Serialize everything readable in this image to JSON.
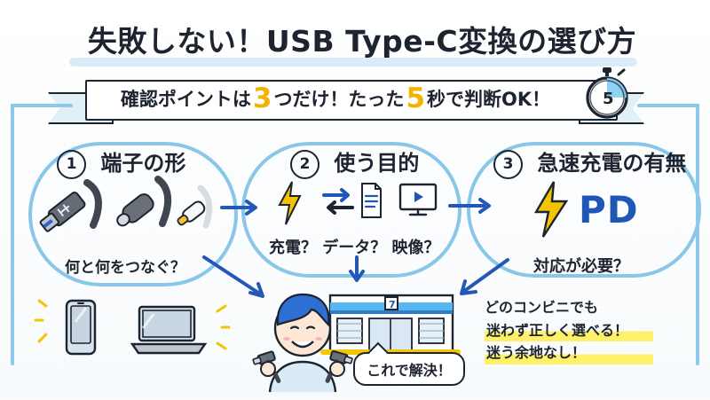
{
  "title": "失敗しない！USB Type-C変換の選び方",
  "banner": {
    "prefix": "確認ポイントは",
    "count_number": "3",
    "count_suffix": "つだけ！たった",
    "seconds_number": "5",
    "suffix": "秒で判断OK！"
  },
  "stopwatch": {
    "number": "5"
  },
  "sections": {
    "shape": {
      "number": "1",
      "title": "端子の形",
      "caption": "何と何をつなぐ？"
    },
    "purpose": {
      "number": "2",
      "title": "使う目的",
      "caption": "充電？ データ？ 映像？"
    },
    "fast_charge": {
      "number": "3",
      "title": "急速充電の有無",
      "badge": "PD",
      "caption": "対応が必要？"
    }
  },
  "store": {
    "sign_number": "7"
  },
  "conclusion": {
    "line1": "どのコンビニでも",
    "line2": "迷わず正しく選べる！",
    "line3": "迷う余地なし！",
    "speech": "これで解決！"
  },
  "colors": {
    "accent_blue": "#2457b6",
    "loop_blue": "#83c4e8",
    "highlight_yellow": "#fff06a",
    "number_yellow": "#f2b400"
  },
  "icons": [
    "stopwatch-icon",
    "usb-a-connector-icon",
    "usb-c-connector-icon",
    "lightning-connector-icon",
    "smartphone-icon",
    "laptop-icon",
    "lightning-bolt-icon",
    "data-transfer-icon",
    "document-icon",
    "video-monitor-icon",
    "convenience-store-icon",
    "person-icon"
  ]
}
